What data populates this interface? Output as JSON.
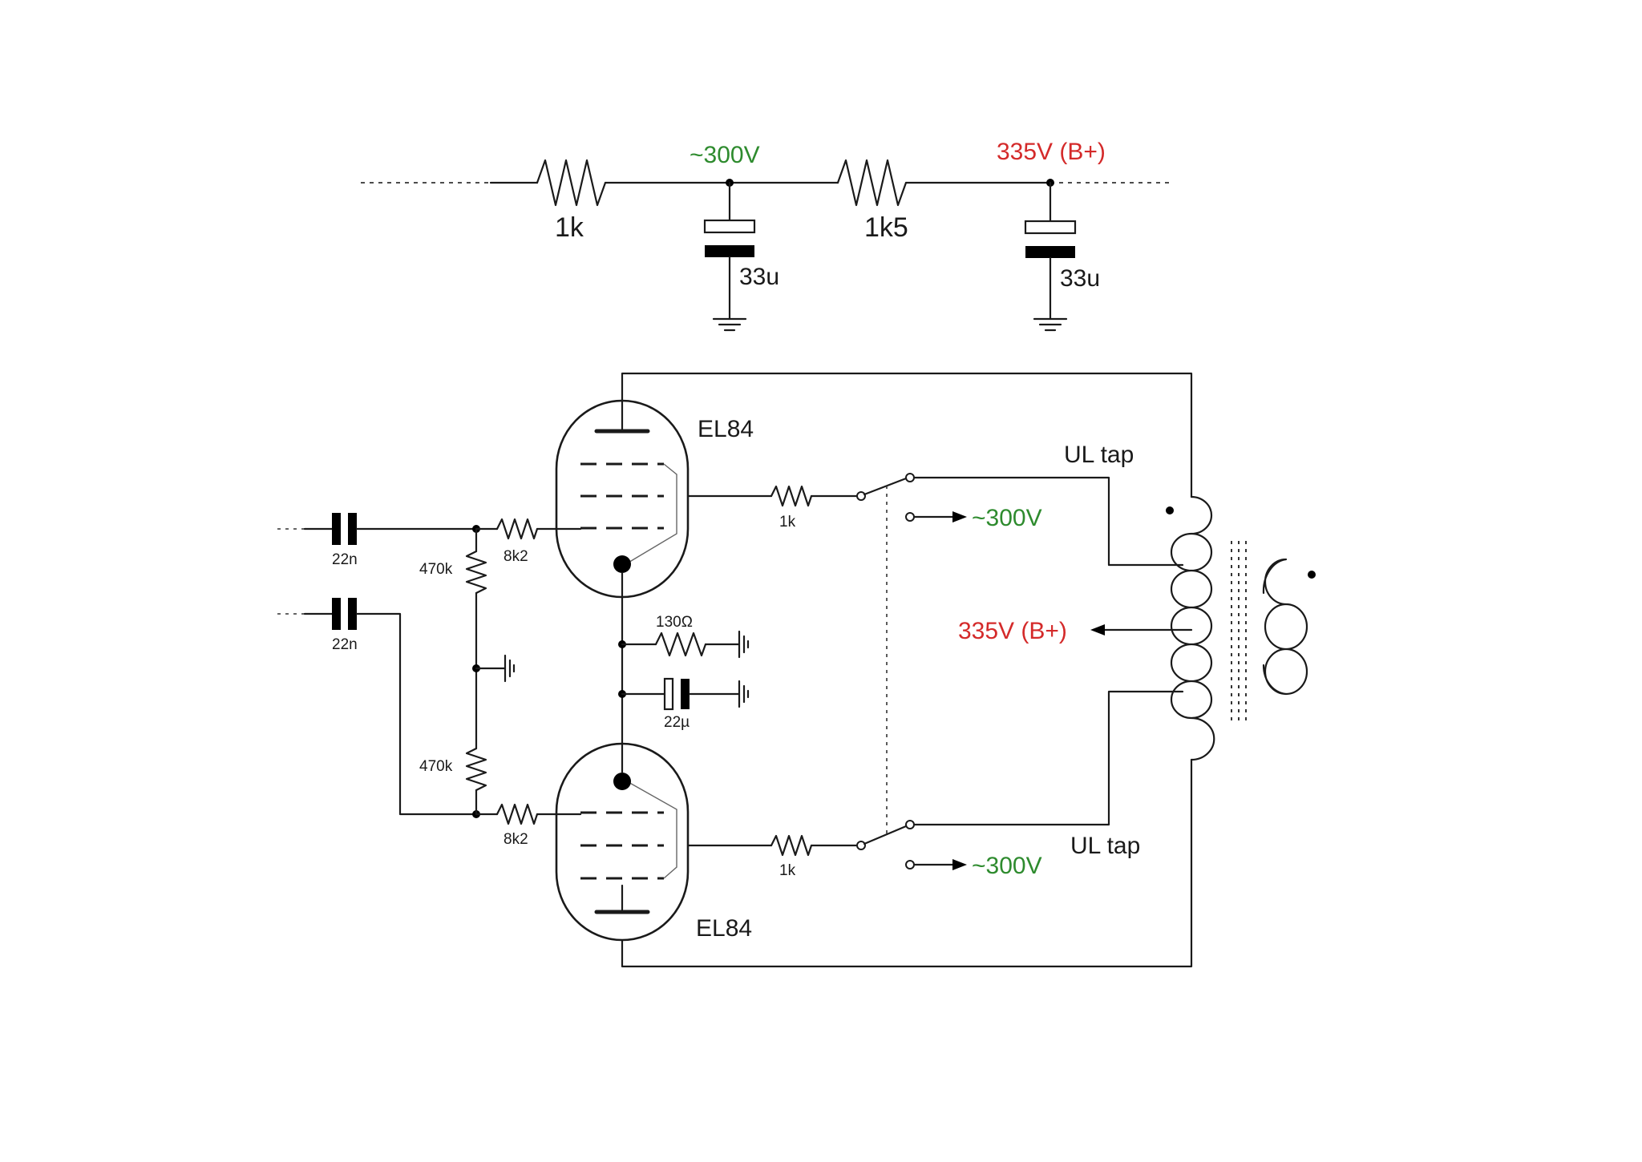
{
  "supply": {
    "r1": "1k",
    "node1_voltage": "~300V",
    "r2": "1k5",
    "node2_voltage": "335V (B+)",
    "c1": "33u",
    "c2": "33u"
  },
  "tubes": {
    "upper": "EL84",
    "lower": "EL84"
  },
  "input": {
    "c_upper": "22n",
    "c_lower": "22n",
    "grid_leak_upper": "470k",
    "grid_leak_lower": "470k",
    "grid_stop_upper": "8k2",
    "grid_stop_lower": "8k2"
  },
  "cathode": {
    "resistor": "130Ω",
    "capacitor": "22µ"
  },
  "screen": {
    "r_upper": "1k",
    "r_lower": "1k",
    "ul_tap_upper": "UL tap",
    "ul_tap_lower": "UL tap",
    "alt_upper": "~300V",
    "alt_lower": "~300V"
  },
  "transformer": {
    "center_tap": "335V (B+)"
  },
  "colors": {
    "green": "#2e8b2e",
    "red": "#d42a2a"
  }
}
